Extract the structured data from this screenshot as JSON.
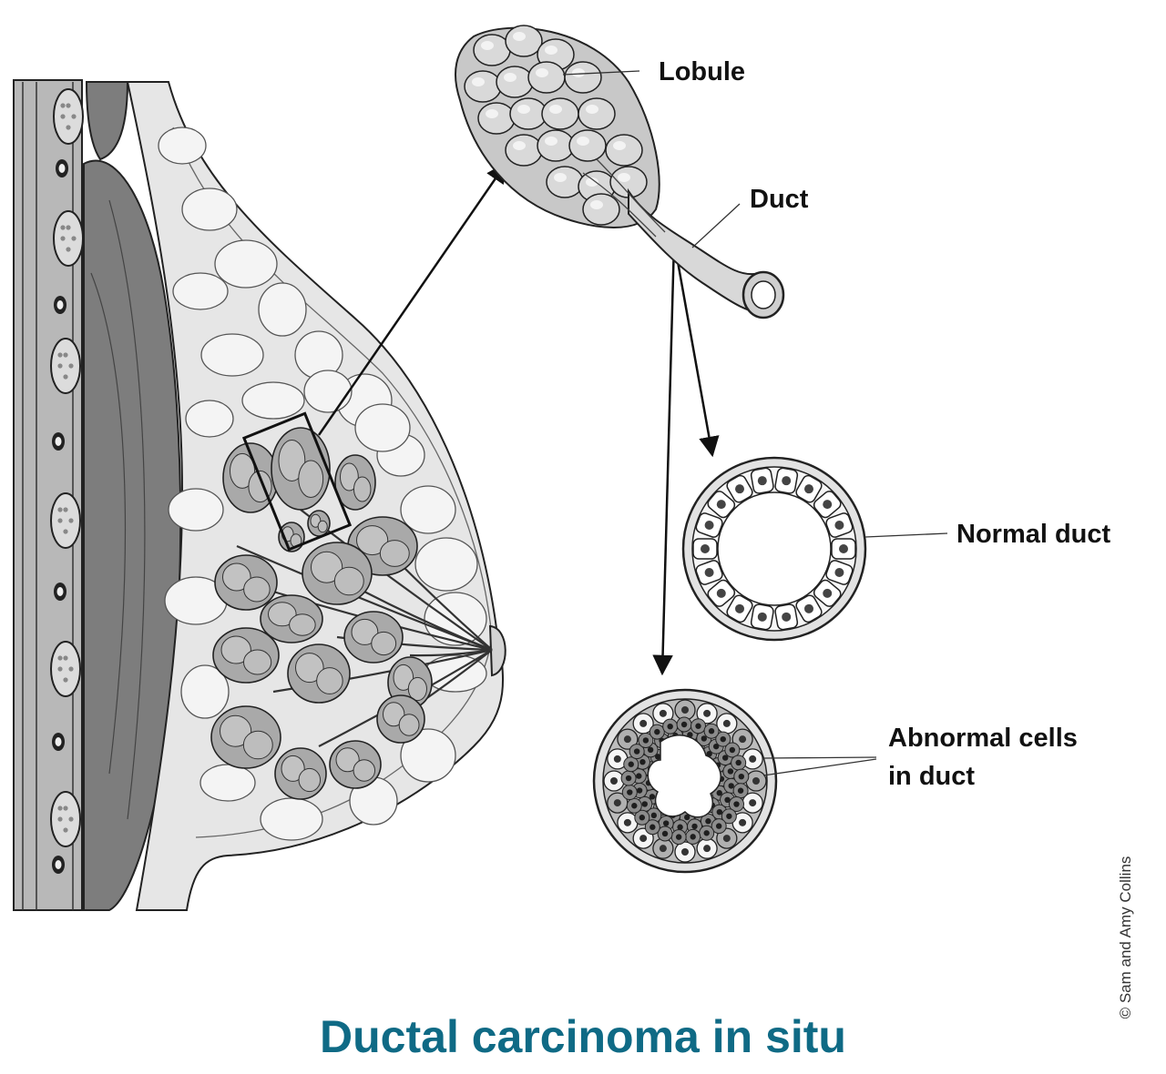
{
  "labels": {
    "lobule": "Lobule",
    "duct": "Duct",
    "normal_duct": "Normal duct",
    "abnormal_line1": "Abnormal cells",
    "abnormal_line2": "in duct"
  },
  "title": "Ductal carcinoma in situ",
  "credit": "© Sam and Amy Collins",
  "colors": {
    "title": "#0f6a85",
    "outline": "#222222",
    "tissue_light": "#e6e6e6",
    "tissue_mid": "#b4b4b4",
    "muscle": "#7d7d7d",
    "abnormal_cell": "#8c8c8c"
  }
}
